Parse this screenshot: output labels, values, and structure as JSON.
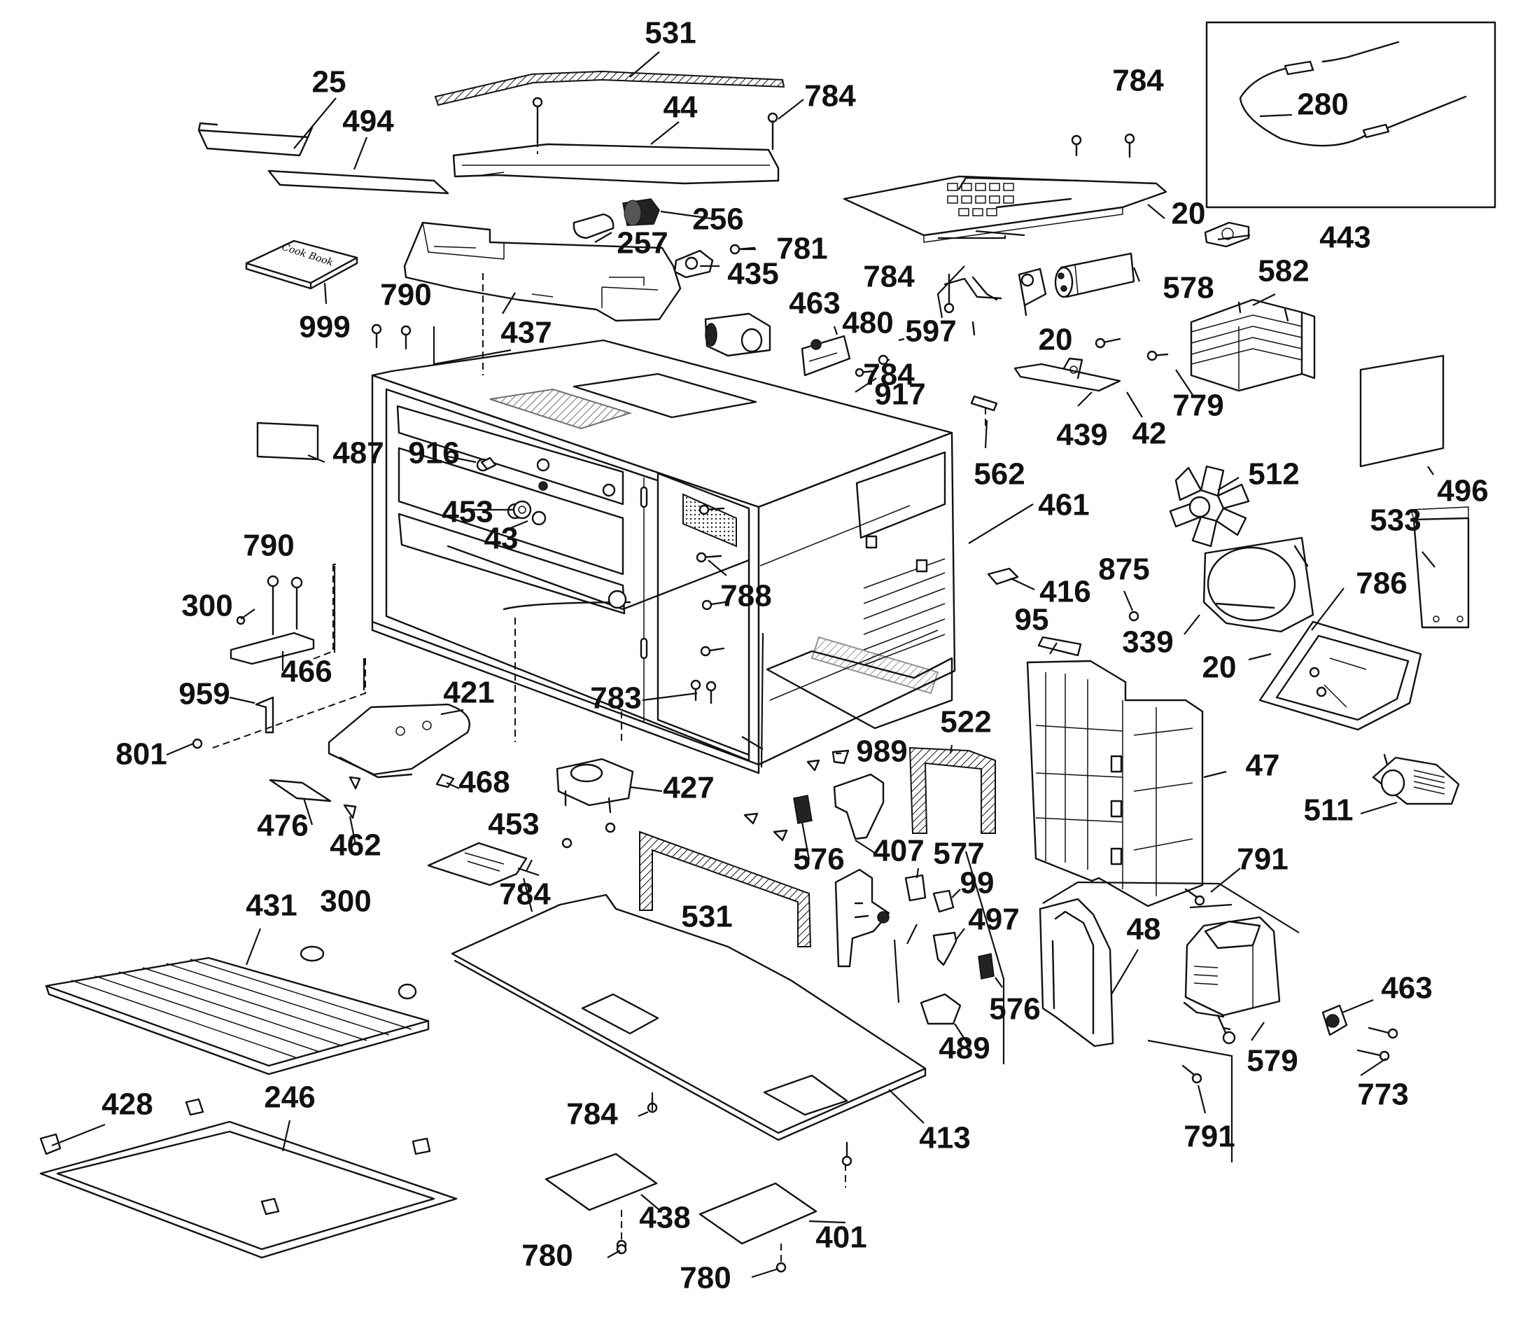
{
  "callouts": [
    {
      "id": "531",
      "text": "531"
    },
    {
      "id": "25",
      "text": "25"
    },
    {
      "id": "494",
      "text": "494"
    },
    {
      "id": "44",
      "text": "44"
    },
    {
      "id": "784",
      "text": "784"
    },
    {
      "id": "256",
      "text": "256"
    },
    {
      "id": "257",
      "text": "257"
    },
    {
      "id": "781",
      "text": "781"
    },
    {
      "id": "435",
      "text": "435"
    },
    {
      "id": "999",
      "text": "999"
    },
    {
      "id": "790",
      "text": "790"
    },
    {
      "id": "437",
      "text": "437"
    },
    {
      "id": "463",
      "text": "463"
    },
    {
      "id": "480",
      "text": "480"
    },
    {
      "id": "597",
      "text": "597"
    },
    {
      "id": "20",
      "text": "20"
    },
    {
      "id": "578",
      "text": "578"
    },
    {
      "id": "582",
      "text": "582"
    },
    {
      "id": "443",
      "text": "443"
    },
    {
      "id": "280",
      "text": "280"
    },
    {
      "id": "917",
      "text": "917"
    },
    {
      "id": "439",
      "text": "439"
    },
    {
      "id": "42",
      "text": "42"
    },
    {
      "id": "779",
      "text": "779"
    },
    {
      "id": "562",
      "text": "562"
    },
    {
      "id": "487",
      "text": "487"
    },
    {
      "id": "916",
      "text": "916"
    },
    {
      "id": "453",
      "text": "453"
    },
    {
      "id": "43",
      "text": "43"
    },
    {
      "id": "461",
      "text": "461"
    },
    {
      "id": "512",
      "text": "512"
    },
    {
      "id": "496",
      "text": "496"
    },
    {
      "id": "533",
      "text": "533"
    },
    {
      "id": "788",
      "text": "788"
    },
    {
      "id": "416",
      "text": "416"
    },
    {
      "id": "875",
      "text": "875"
    },
    {
      "id": "786",
      "text": "786"
    },
    {
      "id": "300",
      "text": "300"
    },
    {
      "id": "466",
      "text": "466"
    },
    {
      "id": "95",
      "text": "95"
    },
    {
      "id": "339",
      "text": "339"
    },
    {
      "id": "959",
      "text": "959"
    },
    {
      "id": "421",
      "text": "421"
    },
    {
      "id": "783",
      "text": "783"
    },
    {
      "id": "801",
      "text": "801"
    },
    {
      "id": "522",
      "text": "522"
    },
    {
      "id": "989",
      "text": "989"
    },
    {
      "id": "427",
      "text": "427"
    },
    {
      "id": "47",
      "text": "47"
    },
    {
      "id": "511",
      "text": "511"
    },
    {
      "id": "468",
      "text": "468"
    },
    {
      "id": "476",
      "text": "476"
    },
    {
      "id": "462",
      "text": "462"
    },
    {
      "id": "576",
      "text": "576"
    },
    {
      "id": "407",
      "text": "407"
    },
    {
      "id": "577",
      "text": "577"
    },
    {
      "id": "99",
      "text": "99"
    },
    {
      "id": "791",
      "text": "791"
    },
    {
      "id": "431",
      "text": "431"
    },
    {
      "id": "497",
      "text": "497"
    },
    {
      "id": "48",
      "text": "48"
    },
    {
      "id": "489",
      "text": "489"
    },
    {
      "id": "579",
      "text": "579"
    },
    {
      "id": "773",
      "text": "773"
    },
    {
      "id": "428",
      "text": "428"
    },
    {
      "id": "246",
      "text": "246"
    },
    {
      "id": "413",
      "text": "413"
    },
    {
      "id": "438",
      "text": "438"
    },
    {
      "id": "401",
      "text": "401"
    },
    {
      "id": "780",
      "text": "780"
    }
  ],
  "booklet_cover_text": "Cook Book"
}
